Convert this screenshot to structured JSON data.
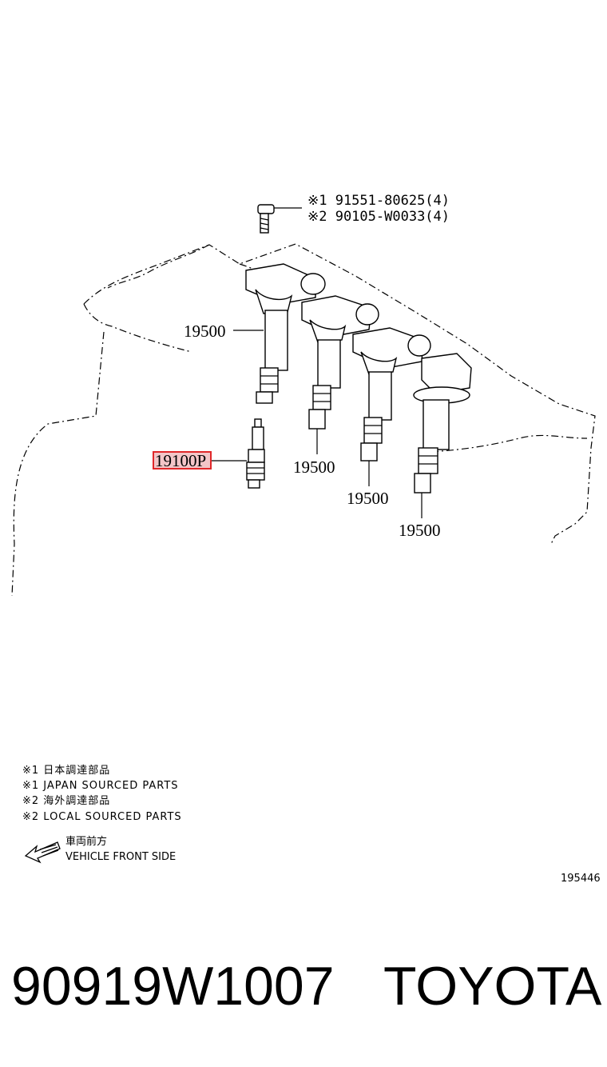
{
  "callouts": {
    "bolt_japan": "※1 91551-80625(4)",
    "bolt_local": "※2 90105-W0033(4)",
    "coil_1": "19500",
    "coil_2": "19500",
    "coil_3": "19500",
    "coil_4": "19500",
    "spark_plug": "19100P"
  },
  "highlight_color": "#e0282a",
  "highlight_fill": "#f3c6c8",
  "legend": {
    "line1": "※1 日本調達部品",
    "line2": "※1 JAPAN SOURCED PARTS",
    "line3": "※2 海外調達部品",
    "line4": "※2 LOCAL SOURCED PARTS"
  },
  "direction": {
    "jp": "車両前方",
    "en": "VEHICLE FRONT SIDE",
    "icon": "arrow-left-icon"
  },
  "diagram_code": "195446",
  "footer": {
    "part_number": "90919W1007",
    "brand": "TOYOTA"
  }
}
